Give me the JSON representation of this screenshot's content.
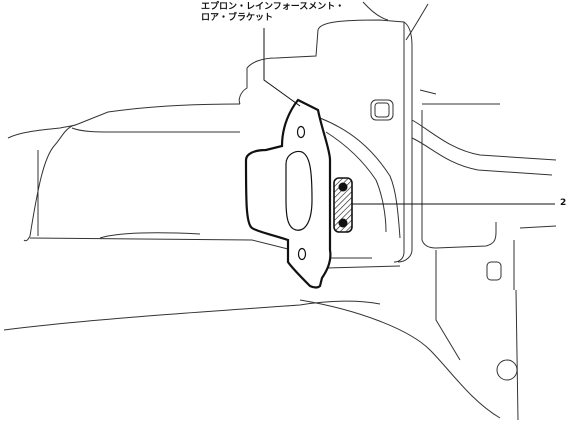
{
  "labels": {
    "part_name_line1": "エプロン・レインフォースメント・",
    "part_name_line2": "ロア・ブラケット",
    "callout_number": "2"
  },
  "colors": {
    "line": "#111111",
    "thin_line": "#333333",
    "background": "#ffffff"
  }
}
